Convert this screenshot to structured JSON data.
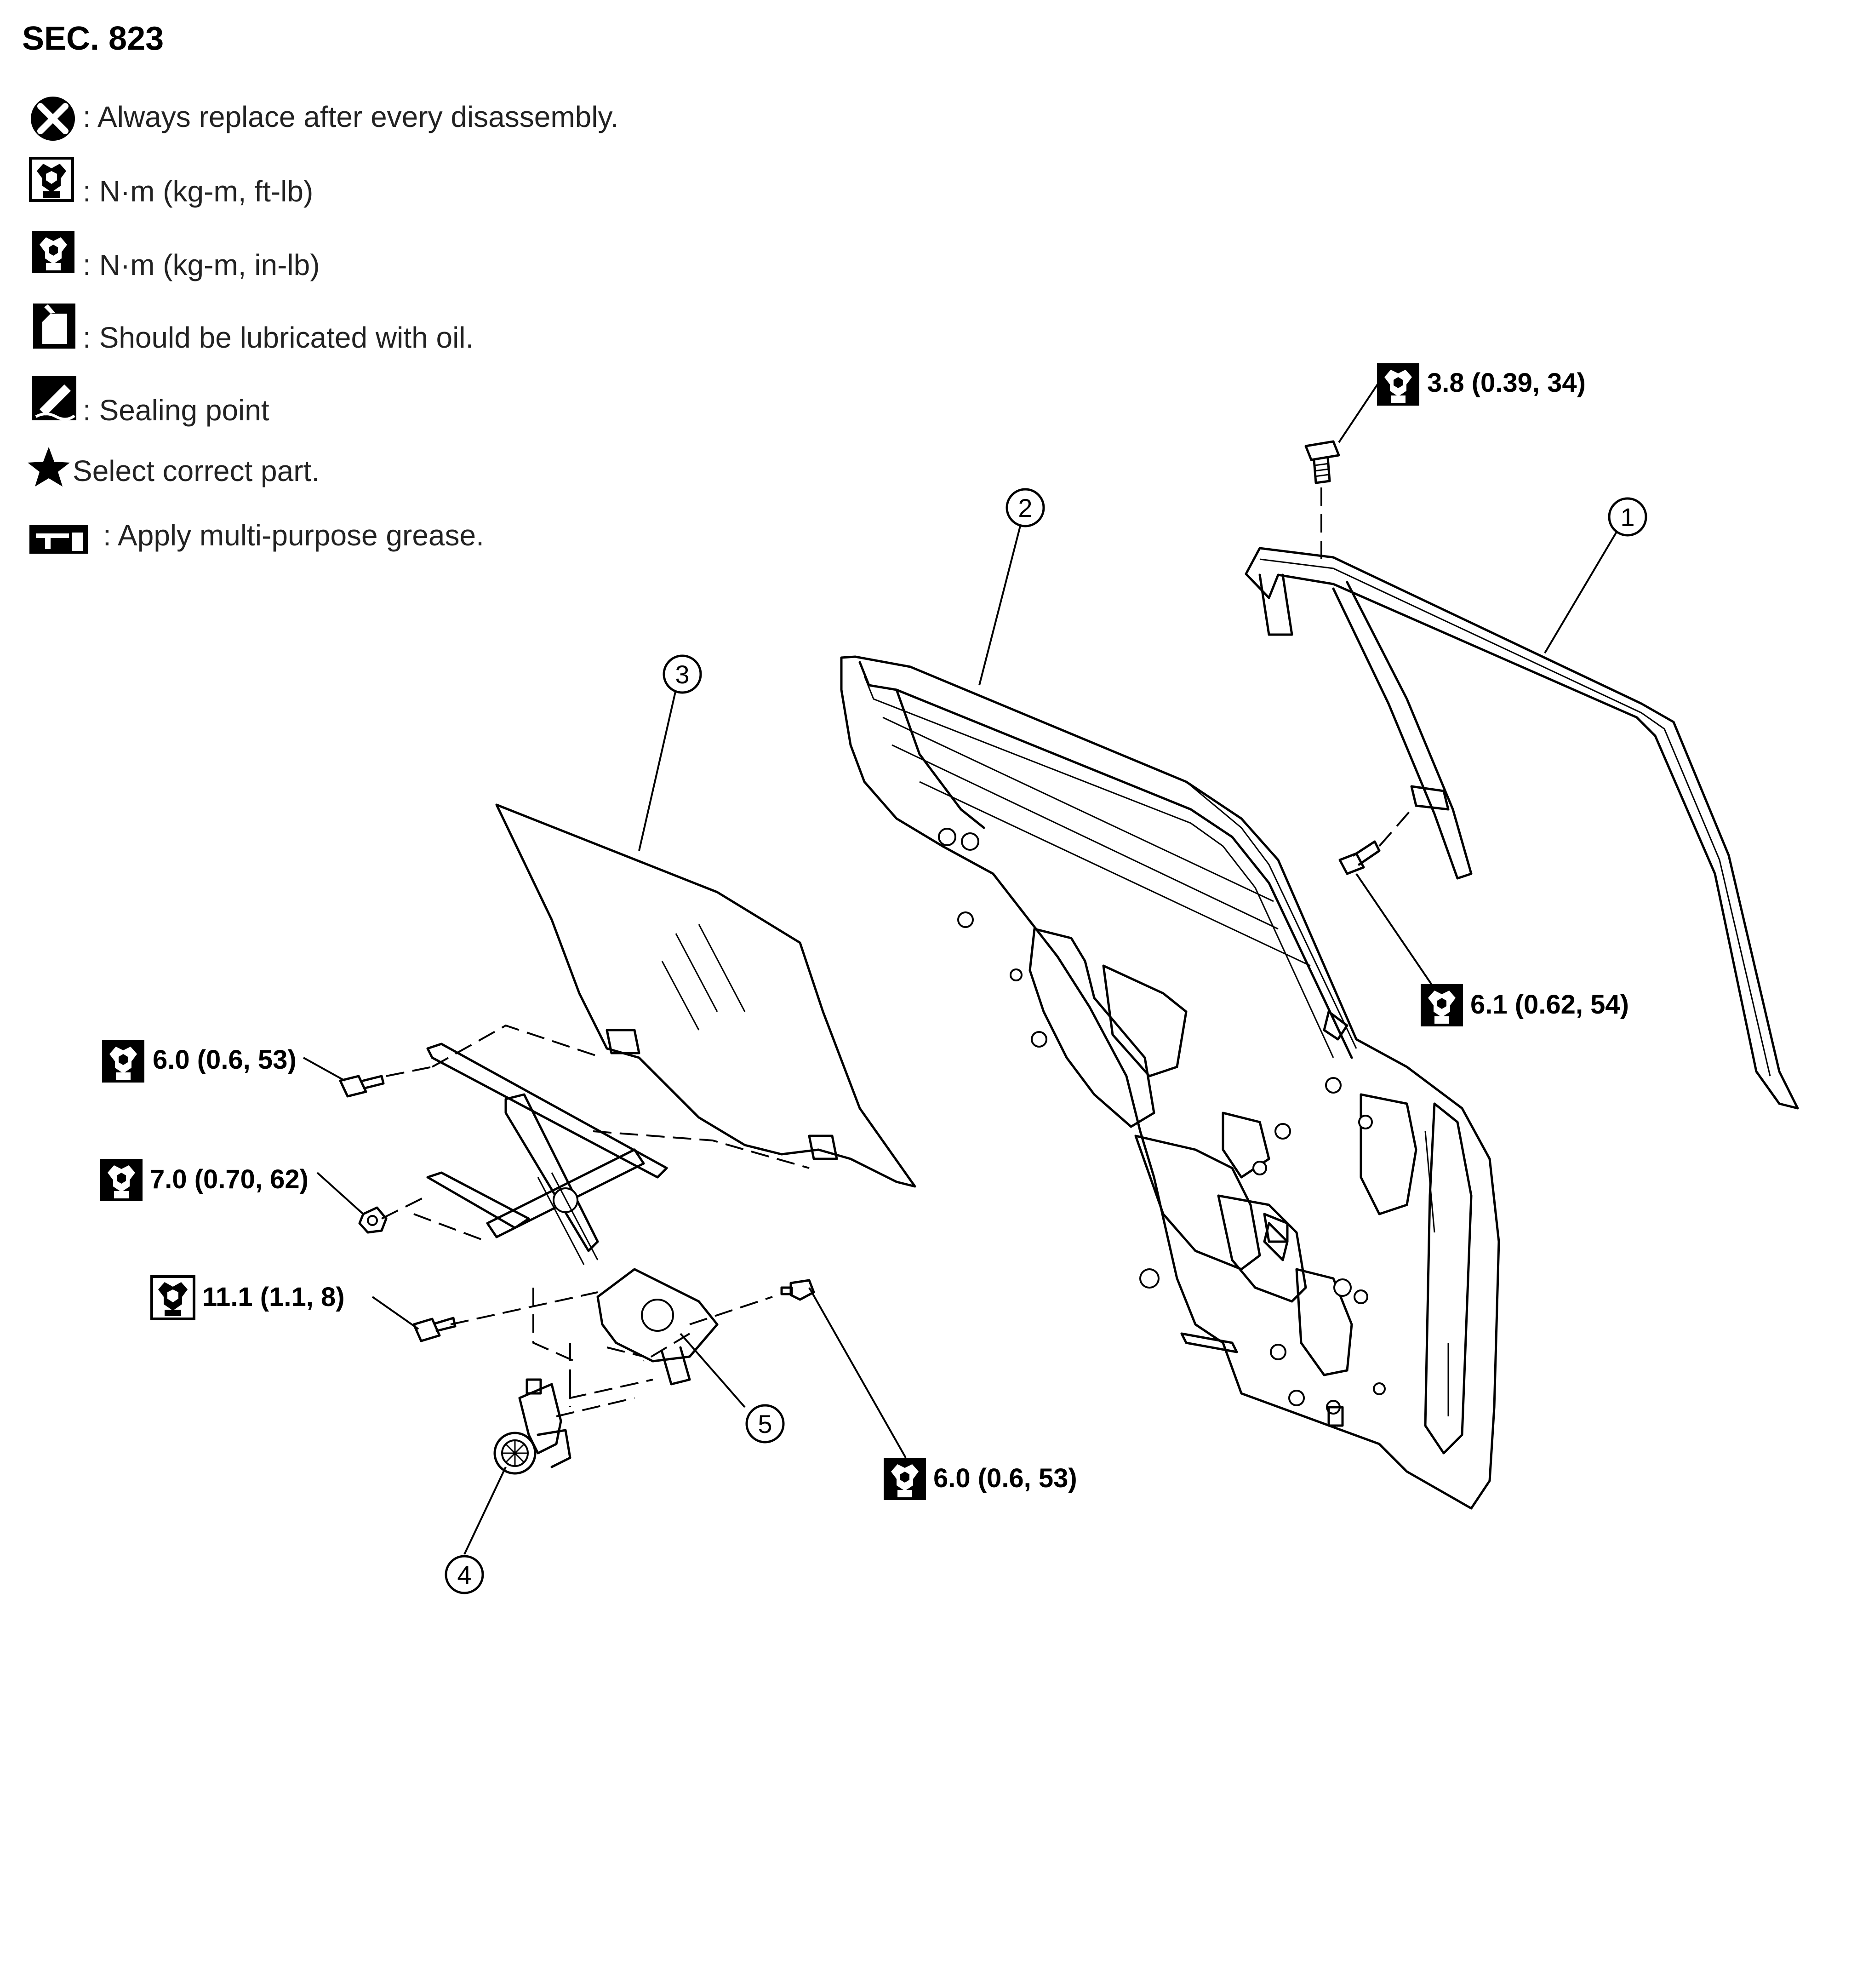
{
  "section": {
    "label": "SEC. 823"
  },
  "legend": [
    {
      "icon": "replace-icon",
      "text": ": Always replace after every disassembly."
    },
    {
      "icon": "wrench-ft-lb-icon",
      "text": ": N·m (kg-m, ft-lb)"
    },
    {
      "icon": "wrench-in-lb-icon",
      "text": ": N·m (kg-m, in-lb)"
    },
    {
      "icon": "oil-can-icon",
      "text": ": Should be lubricated with oil."
    },
    {
      "icon": "sealing-point-icon",
      "text": ": Sealing point"
    },
    {
      "icon": "star-icon",
      "text": "Select correct part."
    },
    {
      "icon": "grease-icon",
      "text": ": Apply multi-purpose grease."
    }
  ],
  "torques": [
    {
      "id": "t1",
      "icon": "wrench-in-lb-icon",
      "text": "3.8 (0.39, 34)"
    },
    {
      "id": "t2",
      "icon": "wrench-in-lb-icon",
      "text": "6.1 (0.62, 54)"
    },
    {
      "id": "t3",
      "icon": "wrench-in-lb-icon",
      "text": "6.0 (0.6, 53)"
    },
    {
      "id": "t4",
      "icon": "wrench-in-lb-icon",
      "text": "7.0 (0.70, 62)"
    },
    {
      "id": "t5",
      "icon": "wrench-ft-lb-icon",
      "text": "11.1 (1.1, 8)"
    },
    {
      "id": "t6",
      "icon": "wrench-in-lb-icon",
      "text": "6.0 (0.6, 53)"
    }
  ],
  "callouts": [
    "1",
    "2",
    "3",
    "4",
    "5"
  ]
}
